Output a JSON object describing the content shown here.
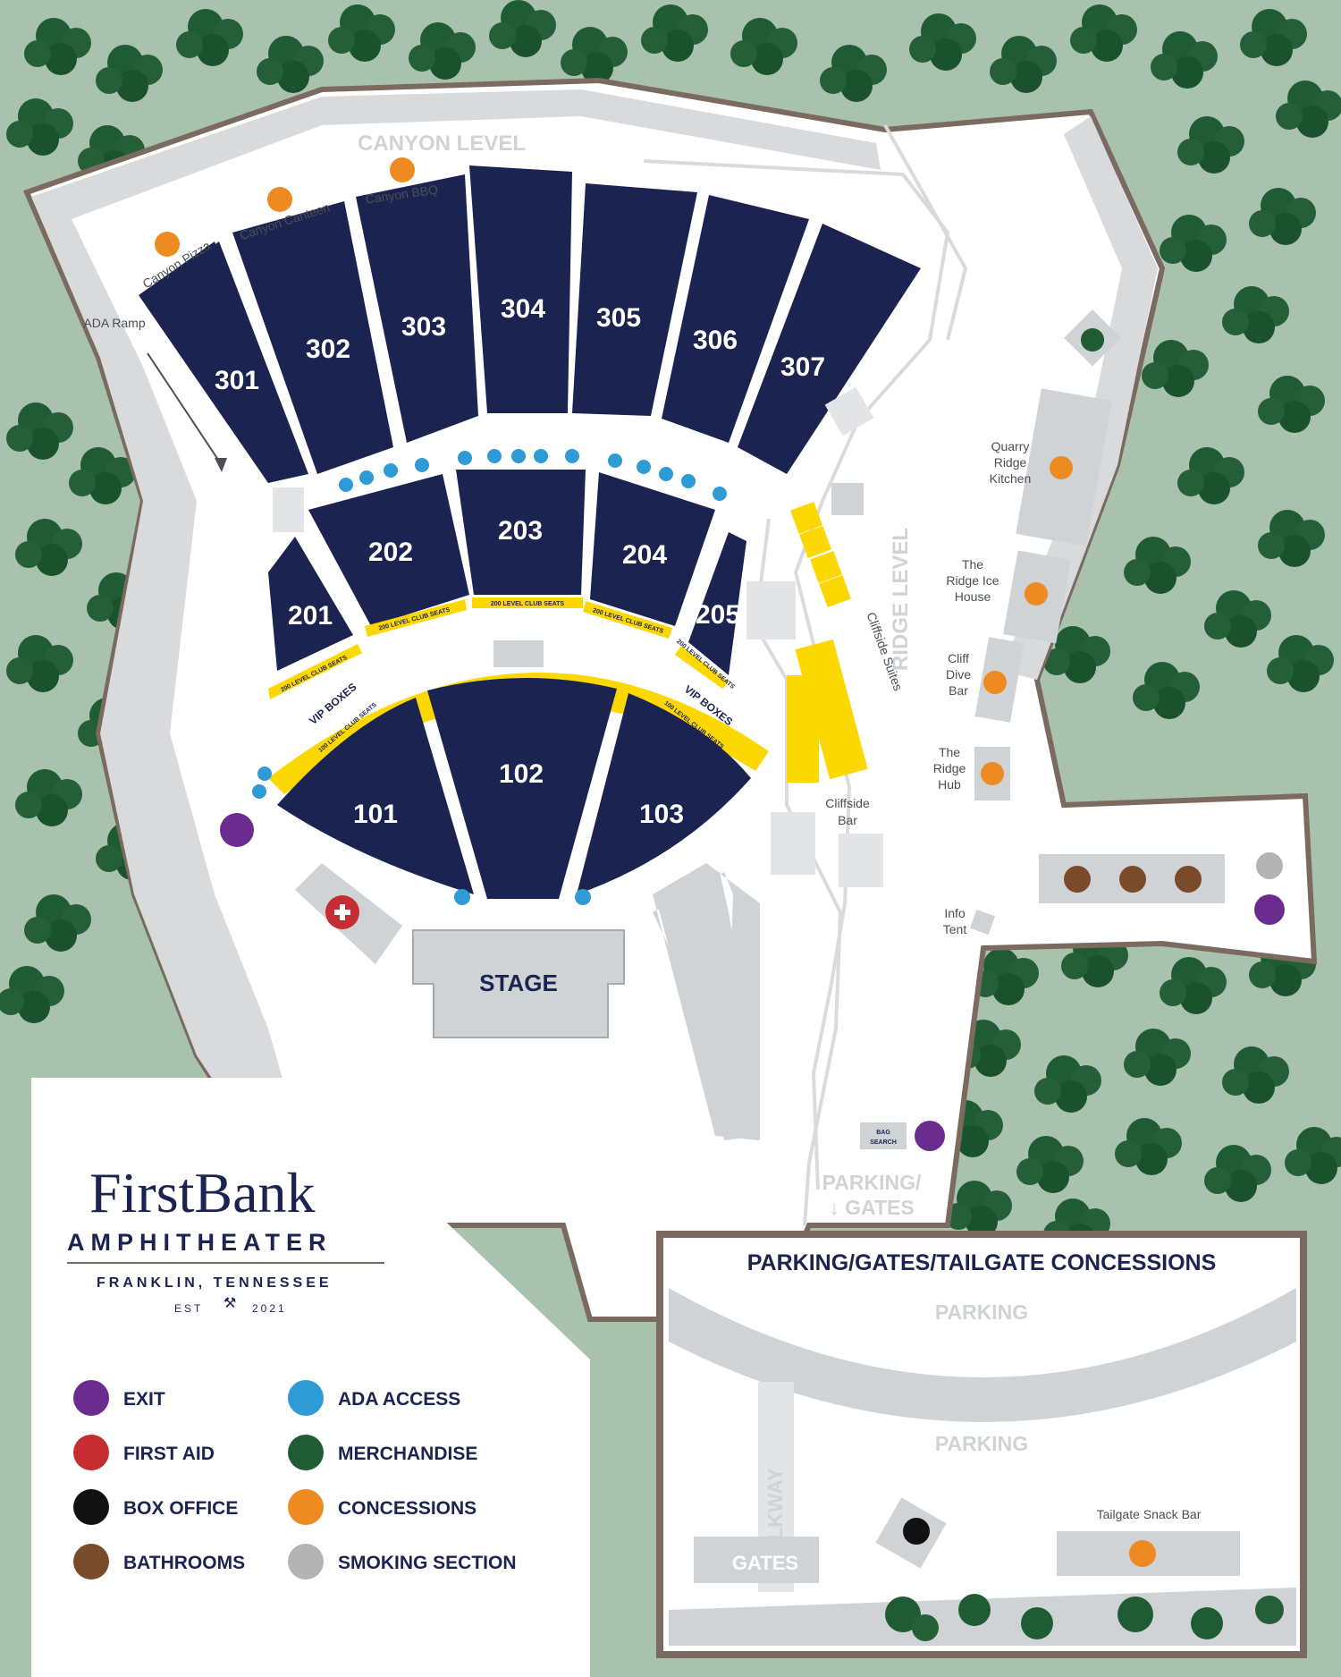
{
  "venue": {
    "name": "FirstBank",
    "subtitle": "AMPHITHEATER",
    "location": "FRANKLIN, TENNESSEE",
    "est_label": "EST",
    "est_year": "2021"
  },
  "levels": {
    "canyon": "CANYON LEVEL",
    "ridge": "RIDGE LEVEL"
  },
  "sections_300": [
    "301",
    "302",
    "303",
    "304",
    "305",
    "306",
    "307"
  ],
  "sections_200": [
    "201",
    "202",
    "203",
    "204",
    "205"
  ],
  "sections_100": [
    "101",
    "102",
    "103"
  ],
  "club_200_label": "200 LEVEL CLUB SEATS",
  "club_100_label": "100 LEVEL CLUB SEATS",
  "vip_label": "VIP BOXES",
  "stage_label": "STAGE",
  "ada_ramp": "ADA Ramp",
  "cliffside_suites": "Cliffside Suites",
  "cliffside_bar": "Cliffside Bar",
  "info_tent": "Info Tent",
  "bag_search": "BAG SEARCH",
  "parking_gates_arrow": "PARKING/ GATES",
  "concessions_canyon": [
    "Canyon Pizza",
    "Canyon Canteen",
    "Canyon BBQ"
  ],
  "concessions_ridge": [
    "Quarry Ridge Kitchen",
    "The Ridge Ice House",
    "Cliff Dive Bar",
    "The Ridge Hub"
  ],
  "inset": {
    "title": "PARKING/GATES/TAILGATE CONCESSIONS",
    "parking_top": "PARKING",
    "parking_bottom": "PARKING",
    "walkway": "WALKWAY",
    "gates": "GATES",
    "tailgate": "Tailgate Snack Bar"
  },
  "legend": [
    {
      "label": "EXIT",
      "icon": "exit-icon",
      "color": "#6a2c8e"
    },
    {
      "label": "ADA ACCESS",
      "icon": "ada-icon",
      "color": "#2e9ad6"
    },
    {
      "label": "FIRST AID",
      "icon": "first-aid-icon",
      "color": "#c62d32"
    },
    {
      "label": "MERCHANDISE",
      "icon": "merchandise-icon",
      "color": "#1f5c33"
    },
    {
      "label": "BOX OFFICE",
      "icon": "box-office-icon",
      "color": "#111111"
    },
    {
      "label": "CONCESSIONS",
      "icon": "concessions-icon",
      "color": "#ee8a22"
    },
    {
      "label": "BATHROOMS",
      "icon": "bathrooms-icon",
      "color": "#7a4b2a"
    },
    {
      "label": "SMOKING SECTION",
      "icon": "smoking-icon",
      "color": "#b3b3b3"
    }
  ],
  "colors": {
    "navy": "#1b2450",
    "yellow": "#fcd700",
    "grass": "#a9c2ae",
    "tree": "#1f5c33",
    "gray": "#cfd3d6",
    "cliff": "#7a6a5f"
  }
}
